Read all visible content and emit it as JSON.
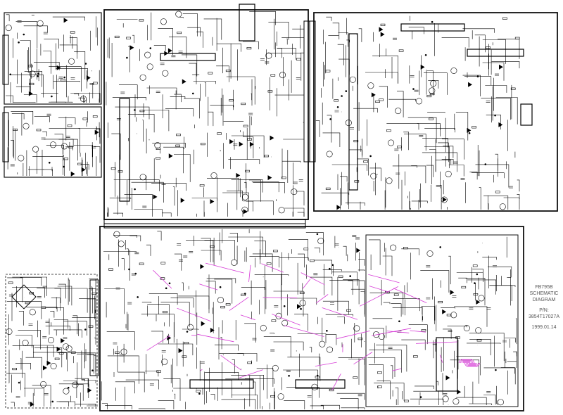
{
  "title_block": {
    "model": "FB795B",
    "line1": "SCHEMATIC",
    "line2": "DIAGRAM",
    "pn_label": "P/N:",
    "pn_value": "3854T17027A",
    "date": "1999.01.14"
  },
  "colors": {
    "ink": "#000000",
    "frame": "#111111",
    "pcb_overlay": "#d63cd6",
    "background": "#ffffff",
    "title_text": "#555555"
  }
}
